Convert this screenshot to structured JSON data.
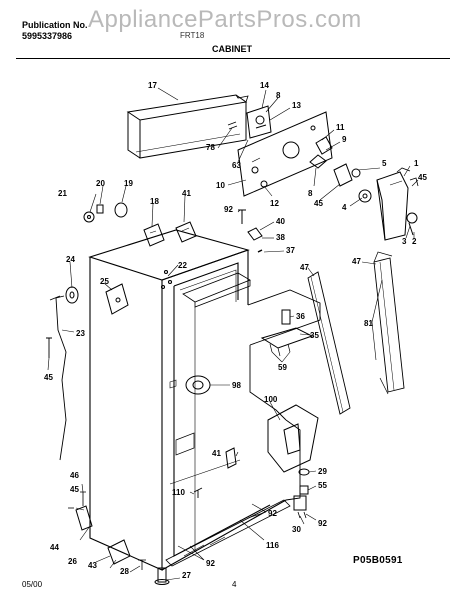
{
  "header": {
    "publication_label": "Publication No.",
    "publication_number": "5995337986",
    "model": "FRT18",
    "section_title": "CABINET"
  },
  "watermark": "AppliancePartsPros.com",
  "footer": {
    "date": "05/00",
    "page": "4",
    "figure_code": "P05B0591"
  },
  "callouts": {
    "c17": "17",
    "c14": "14",
    "c8a": "8",
    "c13": "13",
    "c78": "78",
    "c63": "63",
    "c11": "11",
    "c9": "9",
    "c10": "10",
    "c12": "12",
    "c8b": "8",
    "c45a": "45",
    "c5": "5",
    "c1": "1",
    "c45b": "45",
    "c4": "4",
    "c3": "3",
    "c2": "2",
    "c21": "21",
    "c20": "20",
    "c19": "19",
    "c18": "18",
    "c41a": "41",
    "c92a": "92",
    "c40": "40",
    "c38": "38",
    "c37": "37",
    "c22": "22",
    "c24": "24",
    "c25": "25",
    "c23": "23",
    "c45c": "45",
    "c47a": "47",
    "c47b": "47",
    "c81": "81",
    "c36": "36",
    "c35": "35",
    "c59": "59",
    "c98": "98",
    "c100": "100",
    "c41b": "41",
    "c29": "29",
    "c55": "55",
    "c110": "110",
    "c46": "46",
    "c45d": "45",
    "c30": "30",
    "c92b": "92",
    "c92c": "92",
    "c116": "116",
    "c44": "44",
    "c26": "26",
    "c43": "43",
    "c28": "28",
    "c27": "27",
    "c92d": "92"
  }
}
